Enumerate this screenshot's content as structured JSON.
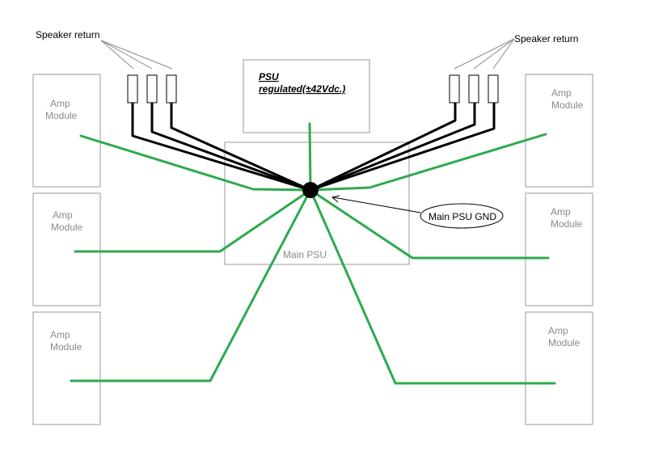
{
  "labels": {
    "speaker_return_left": "Speaker return",
    "speaker_return_right": "Speaker return",
    "psu_regulated_title": "PSU",
    "psu_regulated_sub": "regulated(±42Vdc.)",
    "main_psu": "Main PSU",
    "main_psu_gnd": "Main PSU GND"
  },
  "amp_modules": [
    {
      "line1": "Amp",
      "line2": "Module"
    },
    {
      "line1": "Amp",
      "line2": "Module"
    },
    {
      "line1": "Amp",
      "line2": "Module"
    },
    {
      "line1": "Amp",
      "line2": "Module"
    },
    {
      "line1": "Amp",
      "line2": "Module"
    },
    {
      "line1": "Amp",
      "line2": "Module"
    }
  ],
  "colors": {
    "ground_wire": "#2eaa4f",
    "speaker_wire": "#000000",
    "box_outline": "#9a9a9a"
  }
}
